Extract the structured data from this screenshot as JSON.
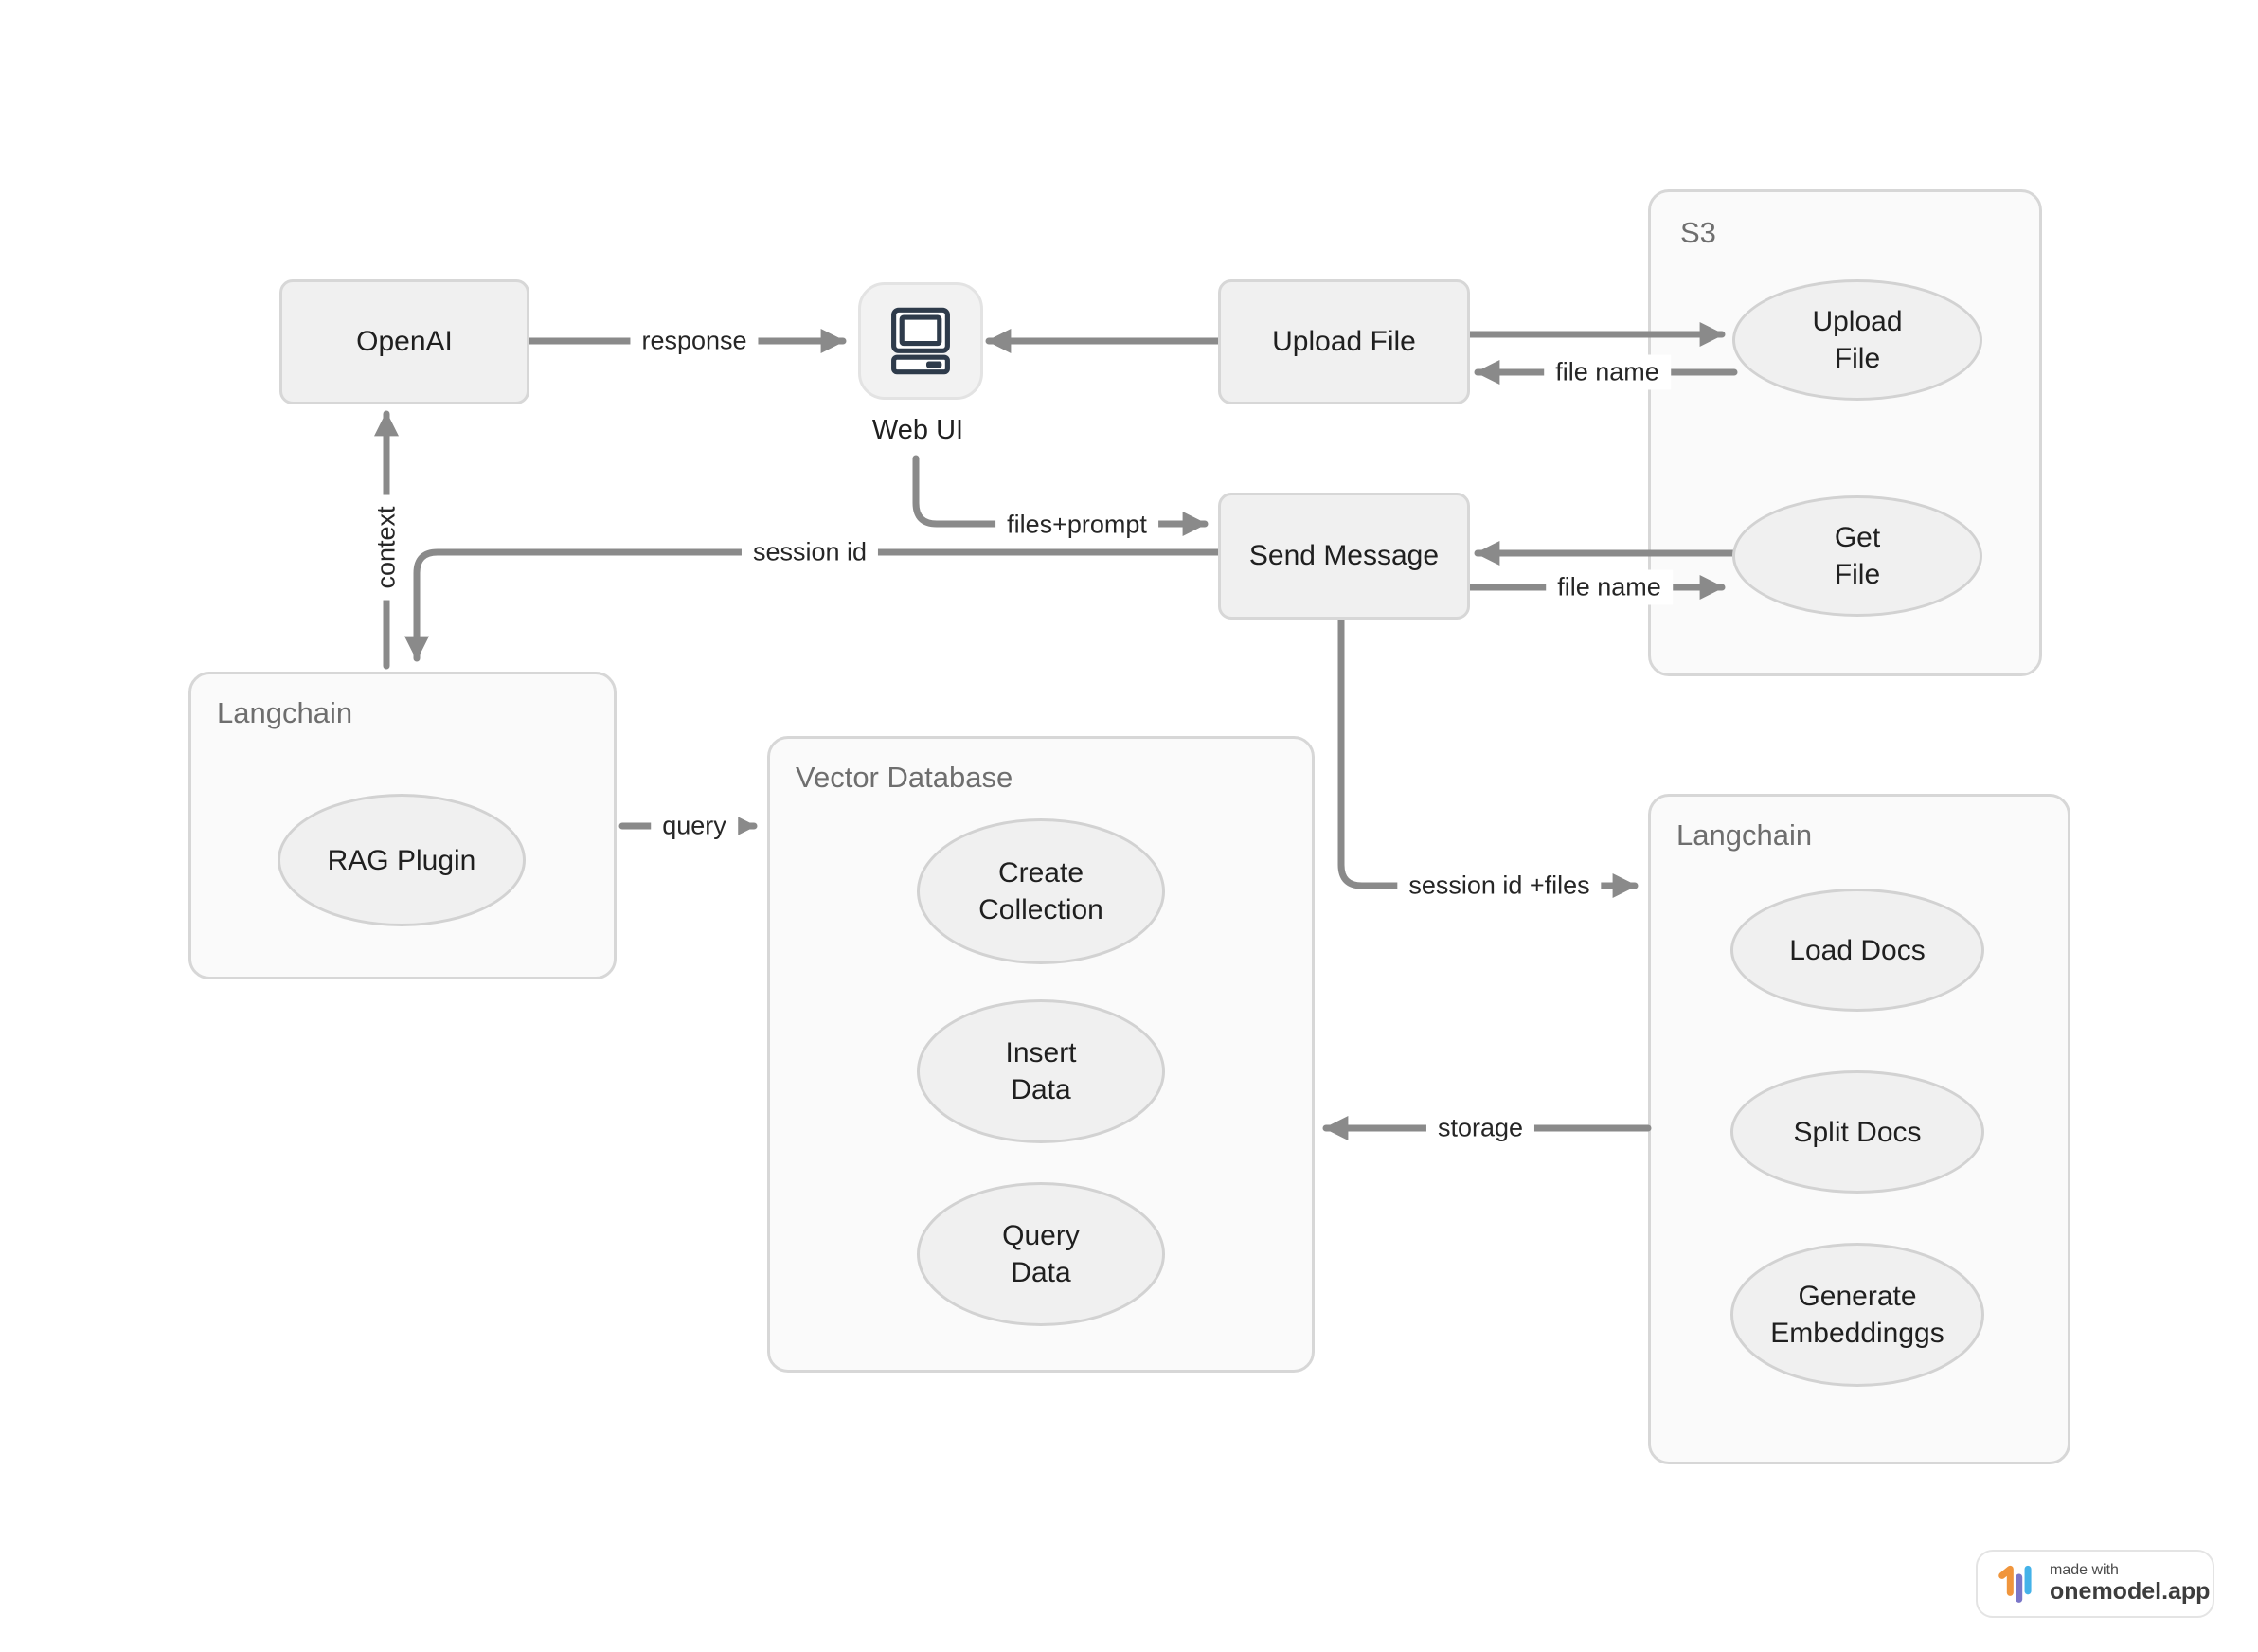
{
  "diagram": {
    "nodes": {
      "openai": "OpenAI",
      "webui": "Web UI",
      "upload_file": "Upload File",
      "send_message": "Send Message"
    },
    "containers": {
      "s3": {
        "label": "S3",
        "ellipses": {
          "upload_file": "Upload\nFile",
          "get_file": "Get\nFile"
        }
      },
      "langchain_left": {
        "label": "Langchain",
        "ellipses": {
          "rag_plugin": "RAG Plugin"
        }
      },
      "vector_database": {
        "label": "Vector Database",
        "ellipses": {
          "create_collection": "Create\nCollection",
          "insert_data": "Insert\nData",
          "query_data": "Query\nData"
        }
      },
      "langchain_right": {
        "label": "Langchain",
        "ellipses": {
          "load_docs": "Load Docs",
          "split_docs": "Split Docs",
          "generate_embeddings": "Generate\nEmbeddinggs"
        }
      }
    },
    "edges": {
      "response": "response",
      "file_name_upload": "file name",
      "file_name_get": "file name",
      "files_prompt": "files+prompt",
      "session_id": "session id",
      "context": "context",
      "query": "query",
      "session_id_files": "session id +files",
      "storage": "storage"
    },
    "colors": {
      "arrow": "#8a8a8a",
      "node_fill": "#f0f0f0",
      "node_border": "#d7d7d7",
      "container_fill": "#fafafa",
      "container_label": "#6e6e6e",
      "text": "#1f1f1f",
      "icon_stroke": "#2e3b4b"
    }
  },
  "badge": {
    "made_with": "made with",
    "brand": "onemodel.app",
    "bar_orange": "#f0953c",
    "bar_purple": "#7a76c8",
    "bar_blue": "#44b2e9"
  }
}
